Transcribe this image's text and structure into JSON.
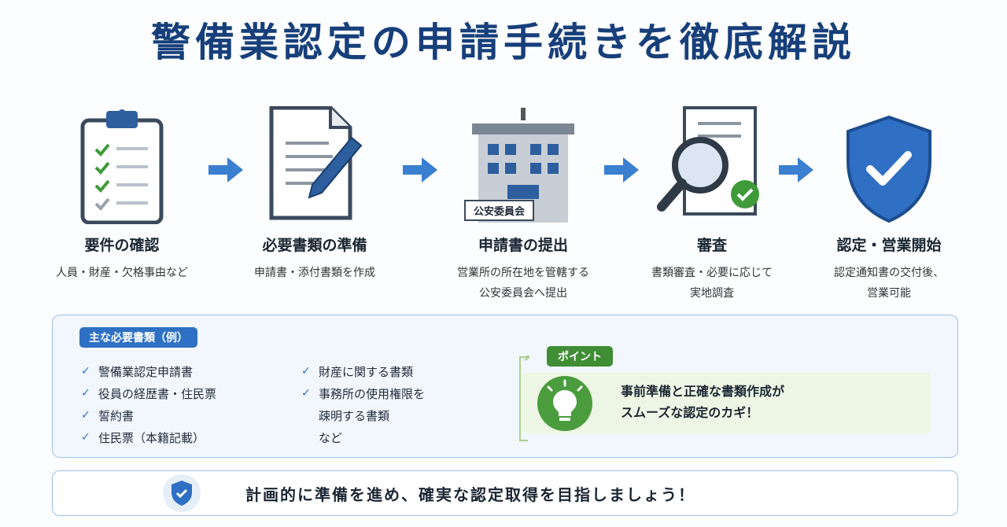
{
  "title": "警備業認定の申請手続きを徹底解説",
  "steps": [
    {
      "name": "要件の確認",
      "desc1": "人員・財産・欠格事由など",
      "desc2": "",
      "icon": "clipboard-checklist-icon"
    },
    {
      "name": "必要書類の準備",
      "desc1": "申請書・添付書類を作成",
      "desc2": "",
      "icon": "document-pen-icon"
    },
    {
      "name": "申請書の提出",
      "desc1": "営業所の所在地を管轄する",
      "desc2": "公安委員会へ提出",
      "icon": "building-icon",
      "sign": "公安委員会"
    },
    {
      "name": "審査",
      "desc1": "書類審査・必要に応じて",
      "desc2": "実地調査",
      "icon": "magnifier-document-icon"
    },
    {
      "name": "認定・営業開始",
      "desc1": "認定通知書の交付後、",
      "desc2": "営業可能",
      "icon": "shield-check-icon"
    }
  ],
  "docs": {
    "label": "主な必要書類（例）",
    "col1": [
      "警備業認定申請書",
      "役員の経歴書・住民票",
      "誓約書",
      "住民票（本籍記載）"
    ],
    "col2": [
      "財産に関する書類",
      "事務所の使用権限を",
      "疎明する書類",
      "など"
    ]
  },
  "point": {
    "label": "ポイント",
    "line1": "事前準備と正確な書類作成が",
    "line2": "スムーズな認定のカギ！"
  },
  "footer": "計画的に準備を進め、確実な認定取得を目指しましょう！",
  "colors": {
    "navy": "#173f7a",
    "blue": "#2e70c4",
    "green": "#3f8d35"
  }
}
